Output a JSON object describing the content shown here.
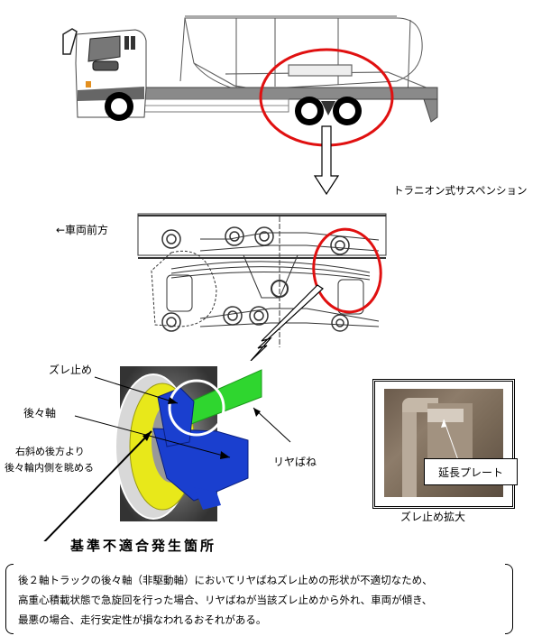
{
  "diagram": {
    "suspension_type_label": "トラニオン式サスペンション",
    "vehicle_front_label": "←車両前方",
    "callouts": {
      "slip_stopper": "ズレ止め",
      "rear_rear_axle": "後々軸",
      "view_note_line1": "右斜め後方より",
      "view_note_line2": "後々輪内側を眺める",
      "rear_spring": "リヤばね",
      "extension_plate": "延長プレート",
      "slip_stopper_enlarged": "ズレ止め拡大"
    },
    "heading": "基準不適合発生箇所",
    "description": [
      "後２軸トラックの後々軸（非駆動軸）においてリヤばねズレ止めの形状が不適切なため、",
      "高重心積載状態で急旋回を行った場合、リヤばねが当該ズレ止めから外れ、車両が傾き、",
      "最悪の場合、走行安定性が損なわれるおそれがある。"
    ],
    "colors": {
      "highlight_circle": "#e01010",
      "axle_part": "#1a3fcf",
      "spring_part": "#2fd62f",
      "wheel_rim": "#e8e81a"
    }
  }
}
